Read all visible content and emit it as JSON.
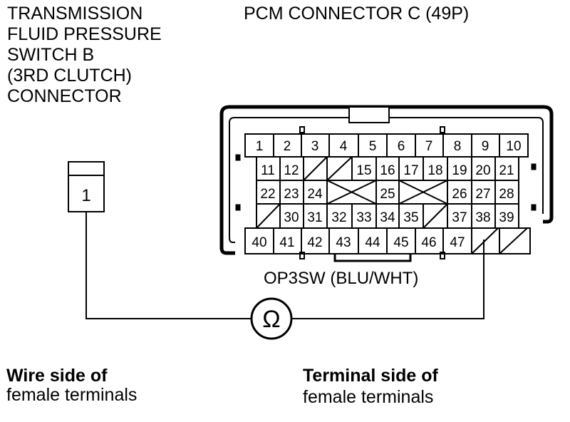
{
  "left_connector": {
    "title_lines": [
      "TRANSMISSION",
      "FLUID PRESSURE",
      "SWITCH B",
      "(3RD CLUTCH)",
      "CONNECTOR"
    ],
    "pin": "1"
  },
  "pcm_connector": {
    "title": "PCM CONNECTOR C (49P)",
    "row1": [
      "1",
      "2",
      "3",
      "4",
      "5",
      "6",
      "7",
      "8",
      "9",
      "10"
    ],
    "row2": [
      "11",
      "12",
      "",
      "",
      "15",
      "16",
      "17",
      "18",
      "19",
      "20",
      "21"
    ],
    "row3": [
      "22",
      "23",
      "24",
      "",
      "",
      "25",
      "",
      "",
      "26",
      "27",
      "28"
    ],
    "row4": [
      "",
      "30",
      "31",
      "32",
      "33",
      "34",
      "35",
      "",
      "37",
      "38",
      "39"
    ],
    "row5": [
      "40",
      "41",
      "42",
      "43",
      "44",
      "45",
      "46",
      "47",
      "",
      ""
    ]
  },
  "wire_label": "OP3SW (BLU/WHT)",
  "meter_symbol": "Ω",
  "captions": {
    "left_line1": "Wire side of",
    "left_line2": "female terminals",
    "right_line1": "Terminal side of",
    "right_line2": "female terminals"
  },
  "colors": {
    "ink": "#000000",
    "background": "#ffffff"
  }
}
